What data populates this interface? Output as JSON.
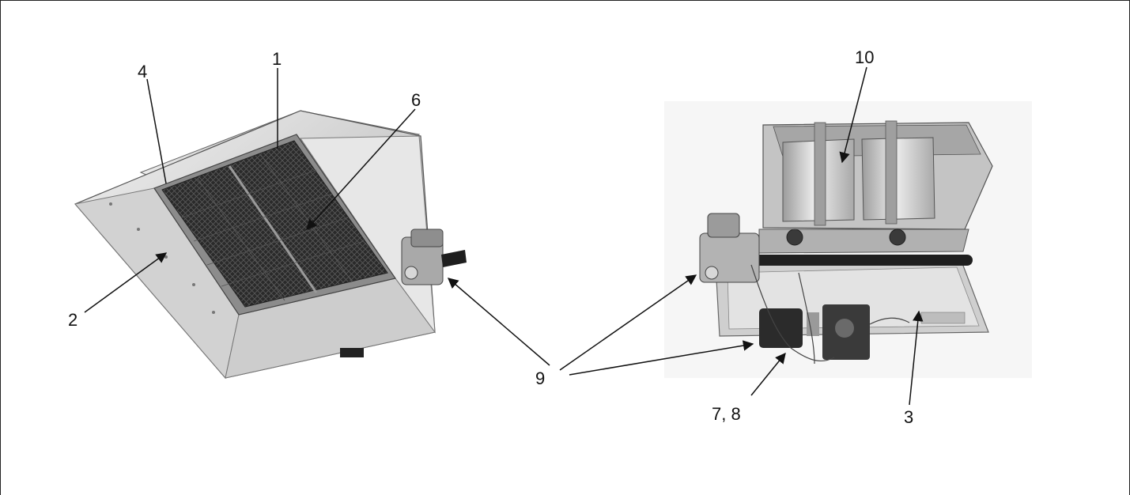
{
  "callouts": {
    "c1": "1",
    "c2": "2",
    "c3": "3",
    "c4": "4",
    "c6": "6",
    "c78": "7, 8",
    "c9": "9",
    "c10": "10"
  },
  "colors": {
    "frame": "#222222",
    "steel_light": "#e6e6e6",
    "steel_mid": "#b9b9b9",
    "steel_dark": "#7d7d7d",
    "grid_dark": "#2a2a2a",
    "text": "#111111"
  }
}
